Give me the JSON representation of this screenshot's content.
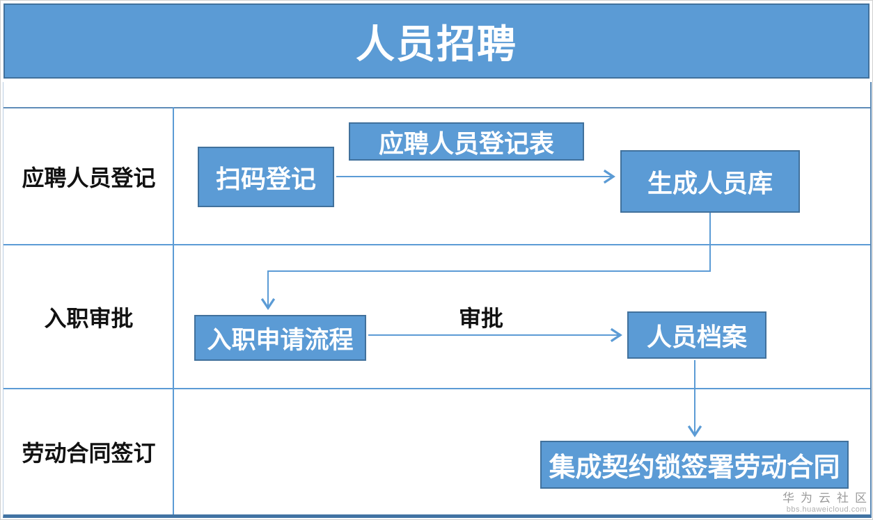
{
  "title": "人员招聘",
  "lanes": [
    {
      "label": "应聘人员登记"
    },
    {
      "label": "入职审批"
    },
    {
      "label": "劳动合同签订"
    }
  ],
  "nodes": {
    "scan": "扫码登记",
    "form": "应聘人员登记表",
    "pool": "生成人员库",
    "onboard": "入职申请流程",
    "archive": "人员档案",
    "contract": "集成契约锁签署劳动合同"
  },
  "edge_labels": {
    "approval": "审批"
  },
  "watermark": {
    "name": "华为云社区",
    "url": "bbs.huaweicloud.com"
  },
  "colors": {
    "box_fill": "#5b9bd5",
    "box_border": "#41719c",
    "connector": "#5b9bd5",
    "grid_line": "#5b9bd5",
    "table_bottom_border": "#4173a3",
    "title_text": "#ffffff",
    "lane_text": "#111111",
    "watermark_text": "#9b9b9b"
  }
}
